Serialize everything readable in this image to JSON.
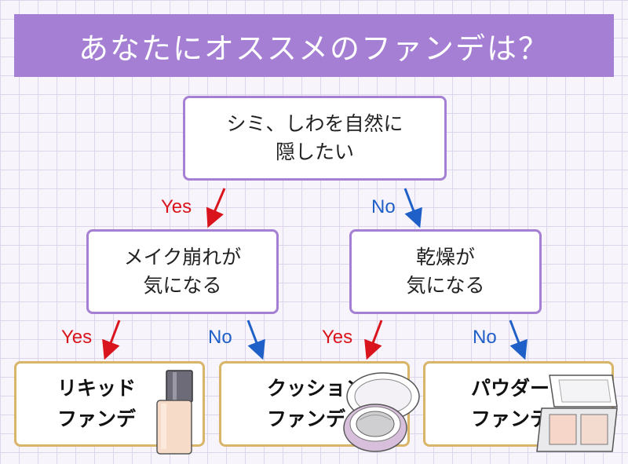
{
  "title": "あなたにオススメのファンデは？",
  "question_root": {
    "line1": "シミ、しわを自然に",
    "line2": "隠したい"
  },
  "question_left": {
    "line1": "メイク崩れが",
    "line2": "気になる"
  },
  "question_right": {
    "line1": "乾燥が",
    "line2": "気になる"
  },
  "answers": [
    {
      "line1": "リキッド",
      "line2": "ファンデ"
    },
    {
      "line1": "クッション",
      "line2": "ファンデ"
    },
    {
      "line1": "パウダー",
      "line2": "ファンデ"
    }
  ],
  "branch_labels": {
    "yes": "Yes",
    "no": "No"
  },
  "colors": {
    "accent_purple": "#a57fd4",
    "answer_border": "#d9b56a",
    "yes_red": "#d9141c",
    "no_blue": "#1f5fc8"
  }
}
